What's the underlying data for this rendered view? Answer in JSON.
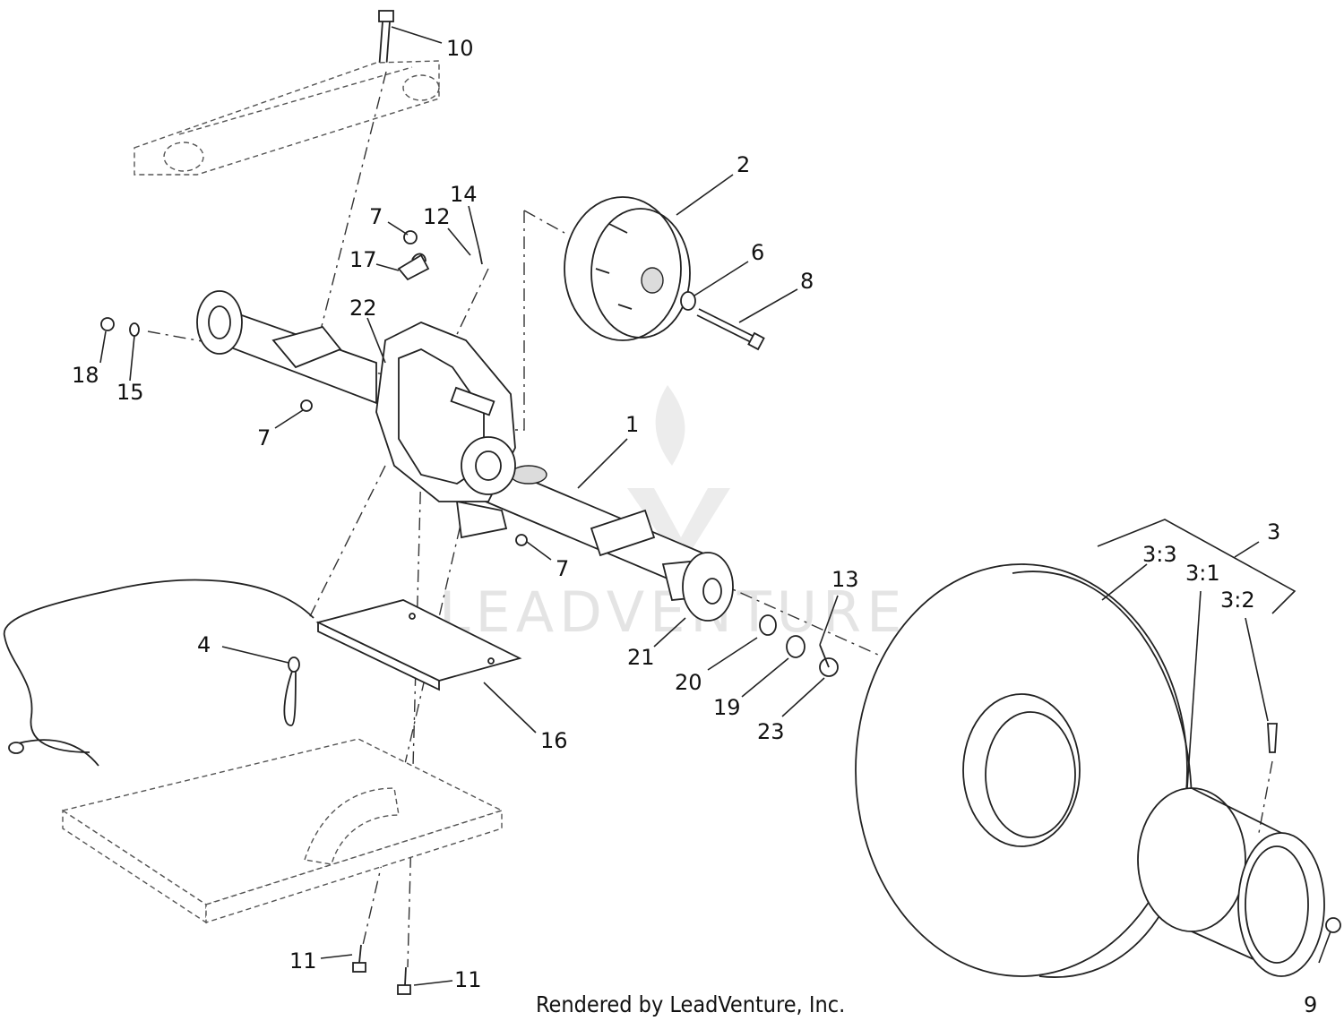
{
  "callouts": [
    {
      "id": "c-10",
      "text": "10"
    },
    {
      "id": "c-2",
      "text": "2"
    },
    {
      "id": "c-14",
      "text": "14"
    },
    {
      "id": "c-7a",
      "text": "7"
    },
    {
      "id": "c-12",
      "text": "12"
    },
    {
      "id": "c-17",
      "text": "17"
    },
    {
      "id": "c-6",
      "text": "6"
    },
    {
      "id": "c-8",
      "text": "8"
    },
    {
      "id": "c-22",
      "text": "22"
    },
    {
      "id": "c-18",
      "text": "18"
    },
    {
      "id": "c-15",
      "text": "15"
    },
    {
      "id": "c-7b",
      "text": "7"
    },
    {
      "id": "c-1",
      "text": "1"
    },
    {
      "id": "c-3",
      "text": "3"
    },
    {
      "id": "c-33",
      "text": "3:3"
    },
    {
      "id": "c-31",
      "text": "3:1"
    },
    {
      "id": "c-32",
      "text": "3:2"
    },
    {
      "id": "c-7c",
      "text": "7"
    },
    {
      "id": "c-13",
      "text": "13"
    },
    {
      "id": "c-4",
      "text": "4"
    },
    {
      "id": "c-21",
      "text": "21"
    },
    {
      "id": "c-20",
      "text": "20"
    },
    {
      "id": "c-19",
      "text": "19"
    },
    {
      "id": "c-23",
      "text": "23"
    },
    {
      "id": "c-16",
      "text": "16"
    },
    {
      "id": "c-11a",
      "text": "11"
    },
    {
      "id": "c-11b",
      "text": "11"
    },
    {
      "id": "c-9",
      "text": "9"
    }
  ],
  "footer": "Rendered by LeadVenture, Inc.",
  "watermark": "LEADVENTURE"
}
